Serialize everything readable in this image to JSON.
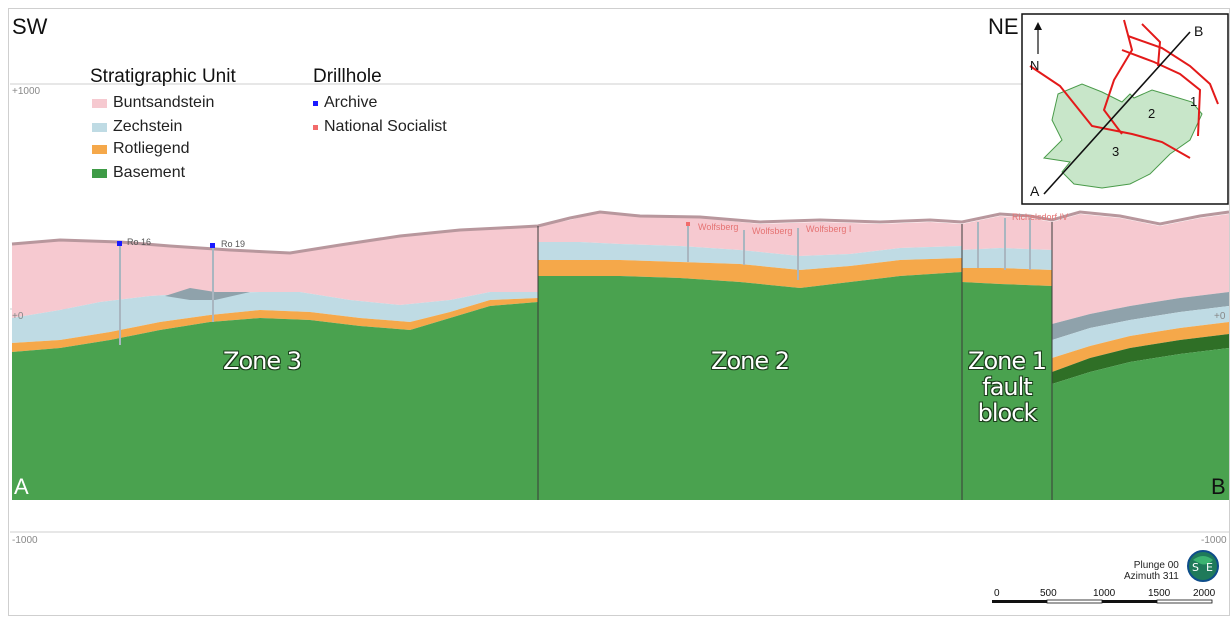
{
  "orientation": {
    "left": "SW",
    "right": "NE"
  },
  "section_ends": {
    "left": "A",
    "right": "B"
  },
  "elevation_labels": {
    "top": "+1000",
    "zero": "+0",
    "bottom": "-1000"
  },
  "legend": {
    "stratigraphy_title": "Stratigraphic Unit",
    "units": [
      {
        "label": "Buntsandstein",
        "color": "#f6c9d0"
      },
      {
        "label": "Zechstein",
        "color": "#bfdbe4"
      },
      {
        "label": "Rotliegend",
        "color": "#f5a84a"
      },
      {
        "label": "Basement",
        "color": "#3e9b46"
      }
    ],
    "drillhole_title": "Drillhole",
    "drillholes": [
      {
        "label": "Archive",
        "color": "#1a1aff"
      },
      {
        "label": "National Socialist",
        "color": "#f26b6b"
      }
    ]
  },
  "drillhole_names": [
    "Ro 16",
    "Ro 19",
    "Wolfsberg",
    "Wolfsberg",
    "Wolfsberg I",
    "Richelsdorf IV"
  ],
  "zones": {
    "zone3": [
      "Zone 3"
    ],
    "zone2": [
      "Zone 2"
    ],
    "zone1": [
      "Zone 1",
      "fault",
      "block"
    ]
  },
  "inset_map": {
    "north_label": "N",
    "point_a": "A",
    "point_b": "B",
    "zone_labels": [
      "1",
      "2",
      "3"
    ]
  },
  "view": {
    "plunge": "Plunge 00",
    "azimuth": "Azimuth 311"
  },
  "compass": {
    "s": "S",
    "e": "E"
  },
  "scale_bar": [
    "0",
    "500",
    "1000",
    "1500",
    "2000"
  ]
}
